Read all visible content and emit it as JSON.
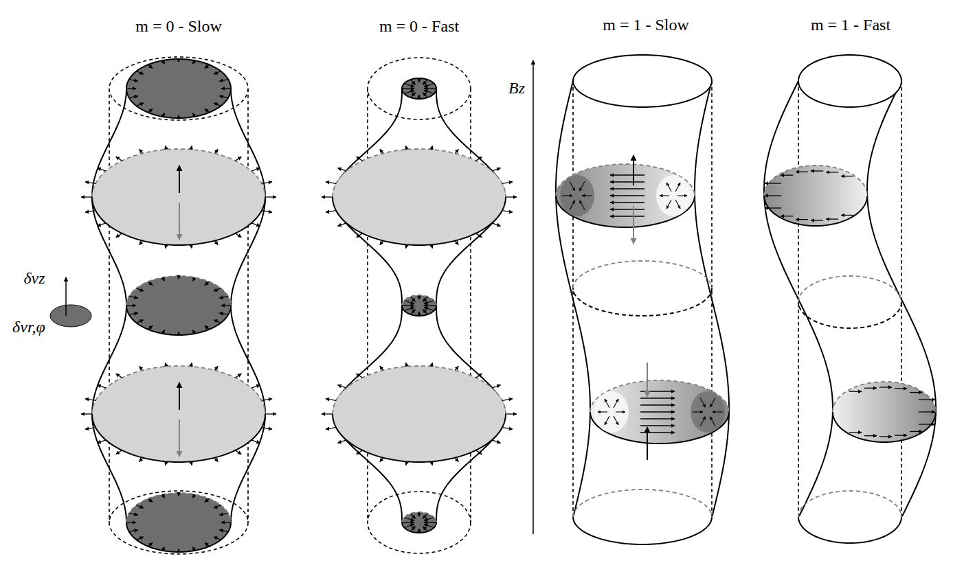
{
  "diagram": {
    "labels": [
      "m = 0 - Slow",
      "m = 0 - Fast",
      "m = 1 - Slow",
      "m = 1 - Fast",
      "Bz",
      "δvz",
      "δvr,φ"
    ]
  }
}
